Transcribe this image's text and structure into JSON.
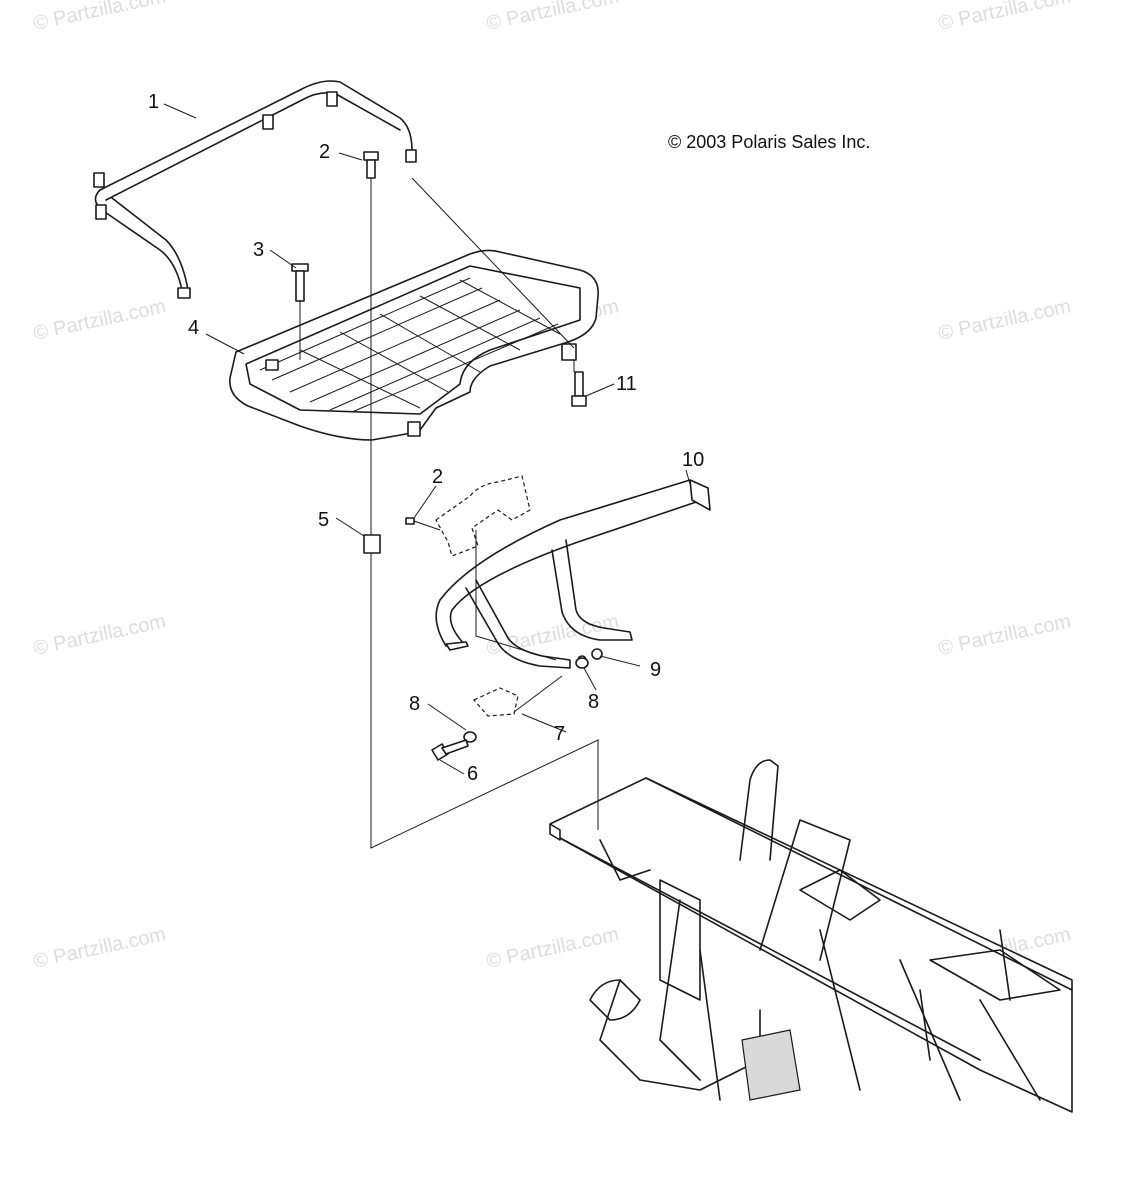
{
  "copyright": "© 2003 Polaris Sales Inc.",
  "watermark_text": "© Partzilla.com",
  "callouts": [
    "1",
    "2",
    "3",
    "4",
    "11",
    "10",
    "2",
    "5",
    "9",
    "8",
    "8",
    "7",
    "6"
  ],
  "colors": {
    "line": "#1a1a1a",
    "watermark": "#dddddd",
    "background": "#ffffff"
  }
}
